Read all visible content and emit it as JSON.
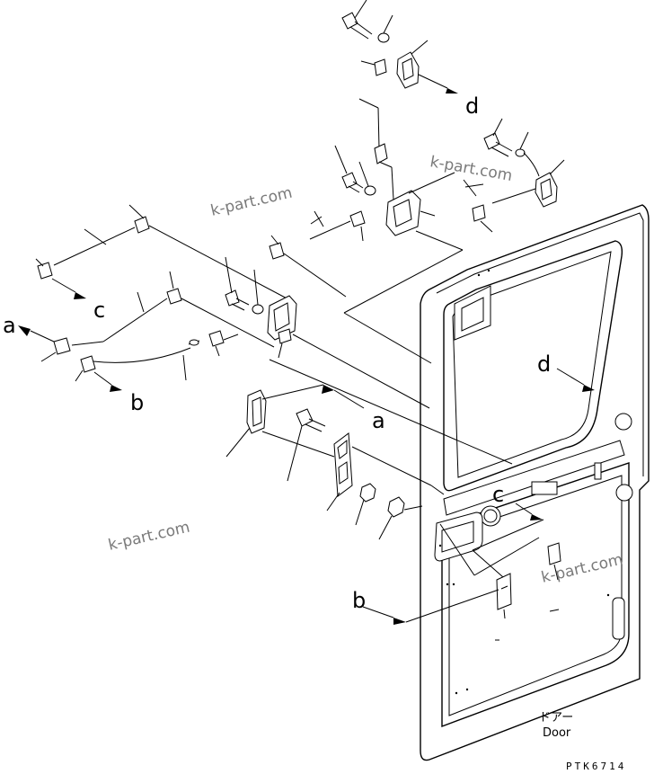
{
  "refs": {
    "a": "a",
    "b": "b",
    "c": "c",
    "d": "d"
  },
  "watermark": "k-part.com",
  "caption": {
    "jp": "ドアー",
    "en": "Door"
  },
  "drawing_code": "PTK6714",
  "colors": {
    "ink": "#000000",
    "watermark": "#7a7a7a",
    "paper": "#ffffff"
  }
}
